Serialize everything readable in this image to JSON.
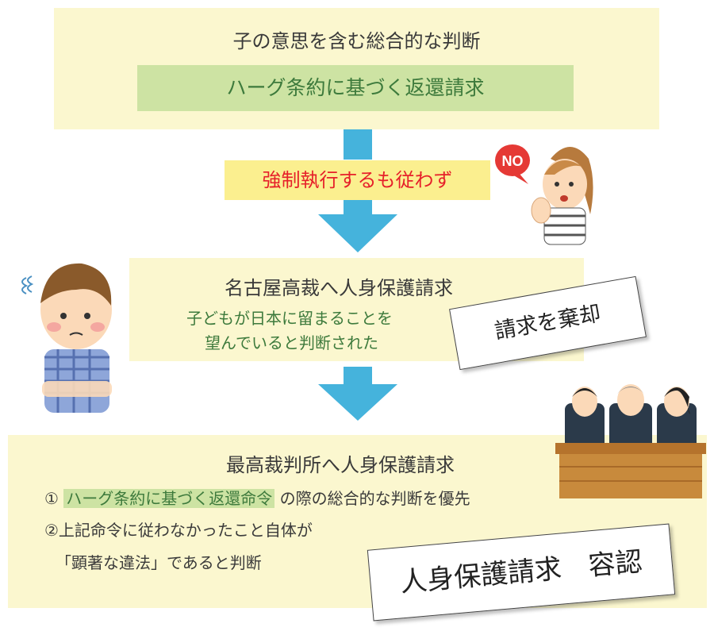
{
  "step1": {
    "title": "子の意思を含む総合的な判断",
    "highlight": "ハーグ条約に基づく返還請求"
  },
  "enforcement": {
    "label": "強制執行するも従わず"
  },
  "no_badge": "NO",
  "step2": {
    "title": "名古屋高裁へ人身保護請求",
    "line1": "子どもが日本に留まることを",
    "line2": "望んでいると判断された",
    "result": "請求を棄却"
  },
  "step3": {
    "title": "最高裁判所へ人身保護請求",
    "item1_num": "①",
    "item1_highlight": "ハーグ条約に基づく返還命令",
    "item1_rest": "の際の総合的な判断を優先",
    "item2_line1": "②上記命令に従わなかったこと自体が",
    "item2_line2": "「顕著な違法」であると判断",
    "result": "人身保護請求　容認"
  },
  "colors": {
    "box_bg": "#fbf7cf",
    "highlight_bg": "#cde3a3",
    "highlight_text": "#3d7a3c",
    "arrow": "#45b3dc",
    "enforcement_bg": "#fbef8f",
    "enforcement_text": "#e6202a"
  },
  "icons": [
    "woman-no-icon",
    "confused-boy-icon",
    "judges-icon"
  ]
}
